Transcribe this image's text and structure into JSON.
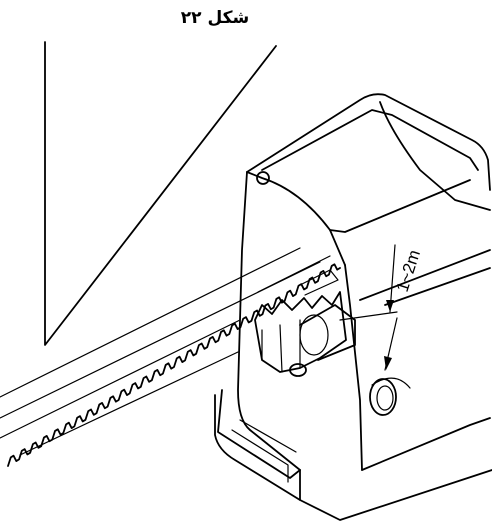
{
  "caption": "شکل ۲۲",
  "dimension": {
    "label": "1~2m"
  },
  "icons": {
    "main": "gate-motor-rack-installation-diagram"
  }
}
